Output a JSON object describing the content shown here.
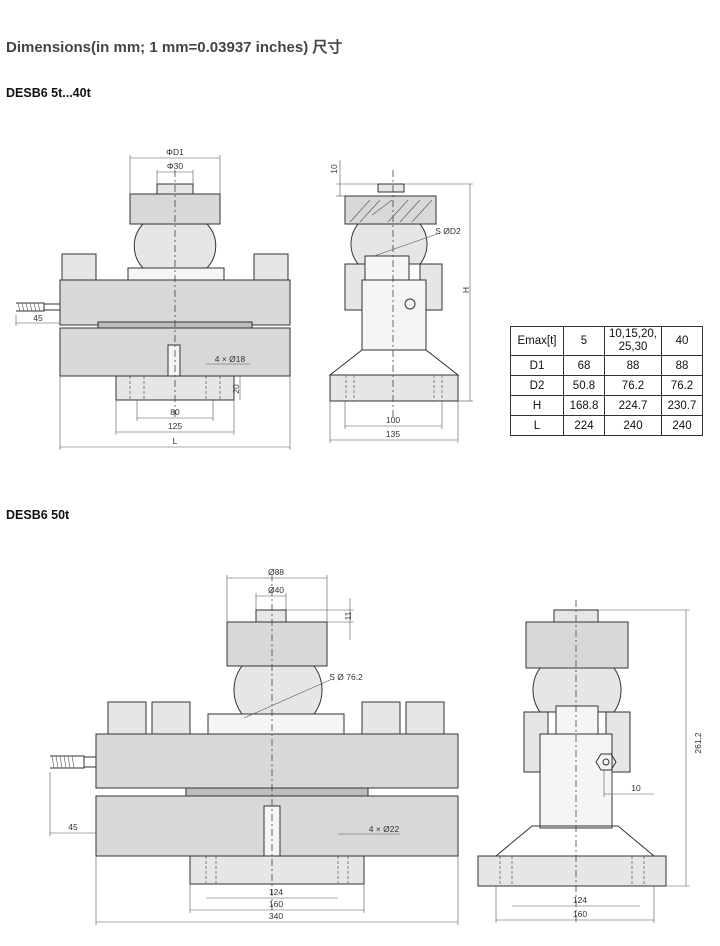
{
  "title": "Dimensions(in mm; 1 mm=0.03937 inches) 尺寸",
  "sections": [
    {
      "heading": "DESB6  5t...40t",
      "front_dims": [
        "ΦD1",
        "Φ30",
        "4 × Ø18",
        "20",
        "45",
        "80",
        "125",
        "L"
      ],
      "side_dims": [
        "10",
        "S ØD2",
        "H",
        "100",
        "135"
      ]
    },
    {
      "heading": "DESB6  50t",
      "front_dims": [
        "Ø88",
        "Ø40",
        "11",
        "S Ø 76.2",
        "45",
        "4 × Ø22",
        "124",
        "160",
        "340"
      ],
      "side_dims": [
        "10",
        "261.2",
        "124",
        "160"
      ]
    }
  ],
  "spec_table": {
    "header": [
      "Emax[t]",
      "5",
      "10,15,20,\n25,30",
      "40"
    ],
    "rows": [
      [
        "D1",
        "68",
        "88",
        "88"
      ],
      [
        "D2",
        "50.8",
        "76.2",
        "76.2"
      ],
      [
        "H",
        "168.8",
        "224.7",
        "230.7"
      ],
      [
        "L",
        "224",
        "240",
        "240"
      ]
    ]
  }
}
